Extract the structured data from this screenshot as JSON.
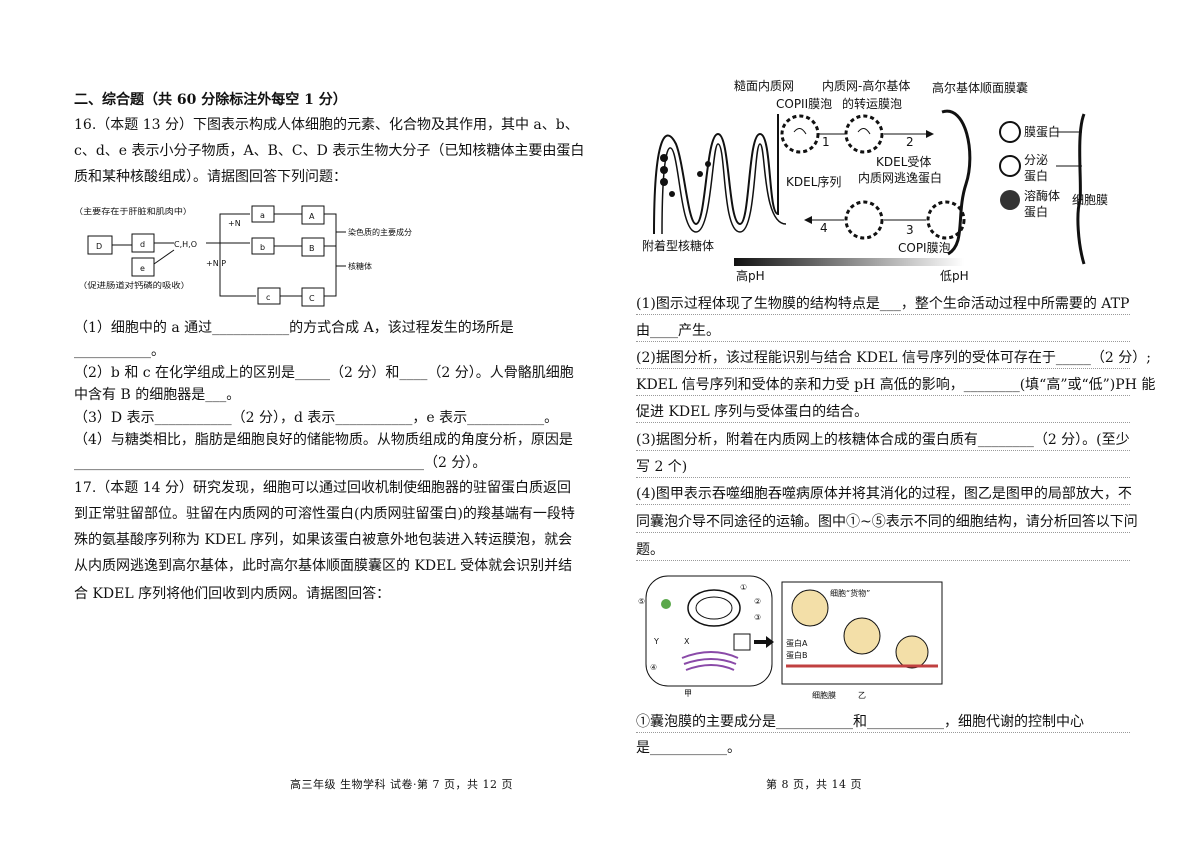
{
  "left": {
    "section_title": "二、综合题（共 60 分除标注外每空 1 分）",
    "q16": {
      "line1": "16.（本题 13 分）下图表示构成人体细胞的元素、化合物及其作用，其中 a、b、",
      "line2": "c、d、e 表示小分子物质，A、B、C、D 表示生物大分子（已知核糖体主要由蛋白",
      "line3": "质和某种核酸组成）。请据图回答下列问题：",
      "diagram": {
        "note_top": "（主要存在于肝脏和肌肉中）",
        "note_bottom": "（促进肠道对钙磷的吸收）",
        "box_D": "D",
        "box_d": "d",
        "box_e": "e",
        "elements": "C,H,O",
        "add_N": "+N",
        "add_NP": "+N,P",
        "box_a": "a",
        "box_b": "b",
        "box_c": "c",
        "box_A": "A",
        "box_B": "B",
        "box_C": "C",
        "chromatin": "染色质的主要成分",
        "ribosome": "核糖体"
      },
      "sub1_a": "（1）细胞中的 a 通过___________的方式合成 A，该过程发生的场所是",
      "sub1_b": "___________。",
      "sub2_a": "（2）b 和 c 在化学组成上的区别是_____（2 分）和____（2 分）。人骨骼肌细胞",
      "sub2_b": "中含有 B 的细胞器是___。",
      "sub3": "（3）D 表示___________（2 分），d 表示___________，e 表示___________。",
      "sub4_a": "（4）与糖类相比，脂肪是细胞良好的储能物质。从物质组成的角度分析，原因是",
      "sub4_b": "__________________________________________________（2 分）。"
    },
    "q17": {
      "line1": "17.（本题 14 分）研究发现，细胞可以通过回收机制使细胞器的驻留蛋白质返回",
      "line2": "到正常驻留部位。驻留在内质网的可溶性蛋白(内质网驻留蛋白)的羧基端有一段特",
      "line3": "殊的氨基酸序列称为 KDEL 序列，如果该蛋白被意外地包装进入转运膜泡，就会",
      "line4": "从内质网逃逸到高尔基体，此时高尔基体顺面膜囊区的 KDEL 受体就会识别并结",
      "line5": "合 KDEL 序列将他们回收到内质网。请据图回答："
    },
    "footer": "高三年级  生物学科  试卷·第 7 页，共 12 页"
  },
  "right": {
    "fig": {
      "rough_er": "糙面内质网",
      "er_golgi": "内质网-高尔基体",
      "cis_golgi": "高尔基体顺面膜囊",
      "copii": "COPII膜泡",
      "transport_vesicle": "的转运膜泡",
      "step1": "1",
      "step2": "2",
      "step3": "3",
      "step4": "4",
      "kdel_receptor": "KDEL受体",
      "er_escape": "内质网逃逸蛋白",
      "kdel_seq": "KDEL序列",
      "membrane_protein": "膜蛋白",
      "secretory_1": "分泌",
      "secretory_2": "蛋白",
      "lysosome_1": "溶酶体",
      "lysosome_2": "蛋白",
      "cell_membrane": "细胞膜",
      "bound_ribosome": "附着型核糖体",
      "copi": "COPI膜泡",
      "high_ph": "高pH",
      "low_ph": "低pH"
    },
    "q1_a": "(1)图示过程体现了生物膜的结构特点是___，整个生命活动过程中所需要的 ATP",
    "q1_b": "由____产生。",
    "q2_a": "(2)据图分析，该过程能识别与结合 KDEL 信号序列的受体可存在于_____（2 分）;",
    "q2_b": "KDEL 信号序列和受体的亲和力受 pH 高低的影响，________(填“高”或“低”)PH 能",
    "q2_c": "促进 KDEL 序列与受体蛋白的结合。",
    "q3_a": "(3)据图分析，附着在内质网上的核糖体合成的蛋白质有________（2 分）。(至少",
    "q3_b": "写 2 个)",
    "q4_a": "(4)图甲表示吞噬细胞吞噬病原体并将其消化的过程，图乙是图甲的局部放大，不",
    "q4_b": "同囊泡介导不同途径的运输。图中①~⑤表示不同的细胞结构，请分析回答以下问",
    "q4_c": "题。",
    "fig2": {
      "n1": "①",
      "n2": "②",
      "n3": "③",
      "n4": "④",
      "n5": "⑤",
      "x": "X",
      "y": "Y",
      "jia": "甲",
      "cargo": "细胞“货物”",
      "protein_a": "蛋白A",
      "protein_b": "蛋白B",
      "membrane": "细胞膜",
      "yi": "乙"
    },
    "q4_1a": "①囊泡膜的主要成分是___________和___________，细胞代谢的控制中心",
    "q4_1b": "是___________。",
    "footer": "第 8 页，共 14 页"
  }
}
